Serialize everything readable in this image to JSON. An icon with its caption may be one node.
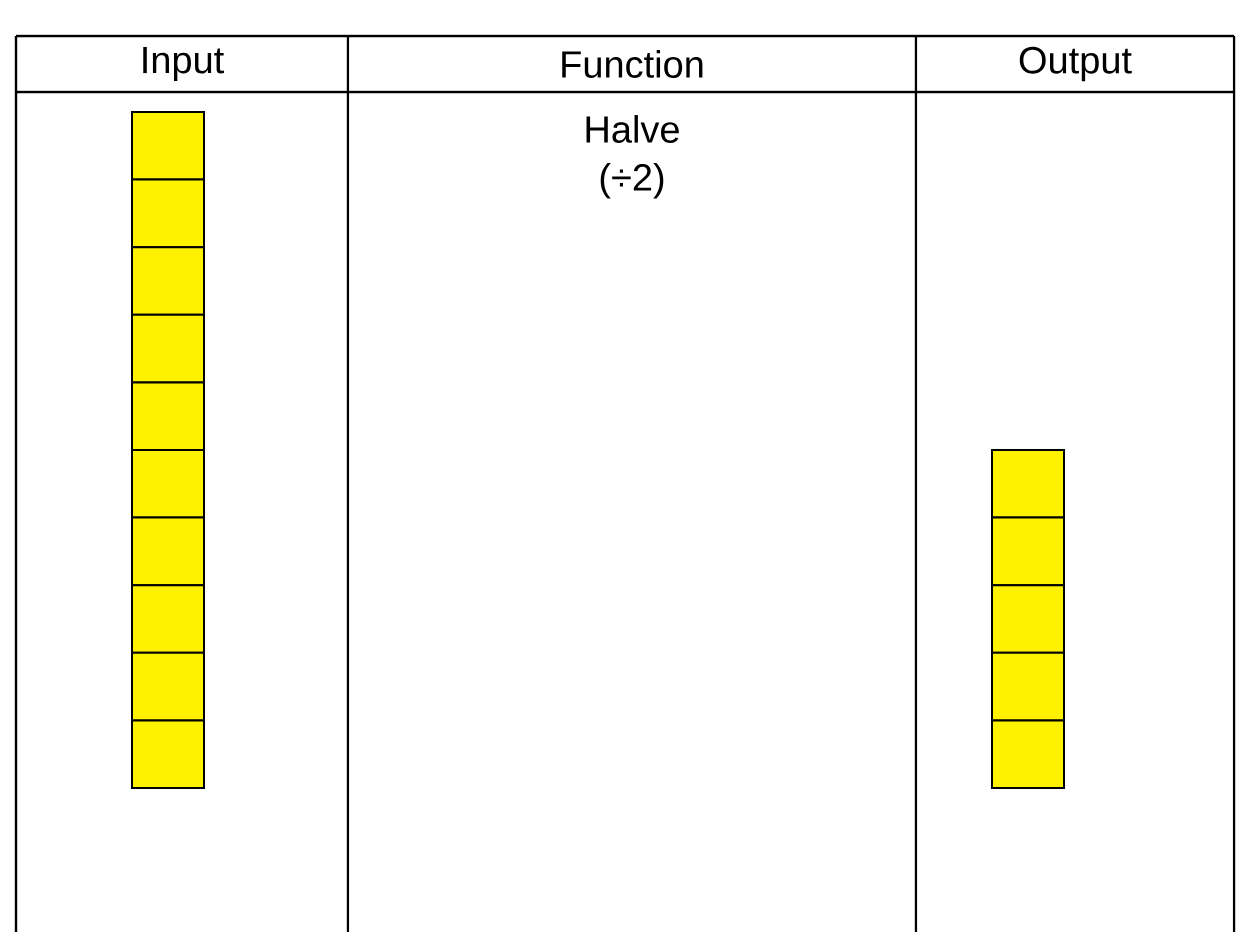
{
  "diagram": {
    "labels": [
      "Input",
      "Function",
      "Output",
      "Halve (÷2)"
    ]
  }
}
